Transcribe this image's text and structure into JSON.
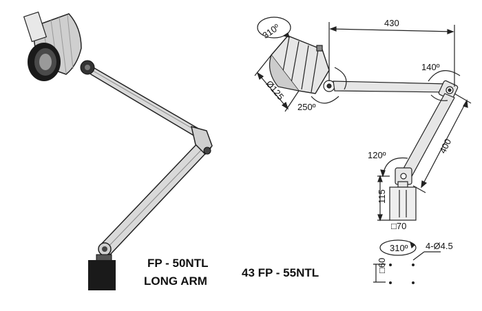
{
  "labels": {
    "model_left_line1": "FP - 50NTL",
    "model_left_line2": "LONG ARM",
    "model_right": "43 FP - 55NTL"
  },
  "dimensions": {
    "arm_top_length": "430",
    "arm_lower_length": "400",
    "head_rotation": "310º",
    "head_tilt": "250º",
    "head_diameter": "Ø125",
    "elbow_angle": "140º",
    "base_joint_angle": "120º",
    "base_height": "115",
    "base_width": "□70",
    "base_rotation": "310º",
    "mount_holes": "4-Ø4.5",
    "mount_spacing": "□60"
  },
  "colors": {
    "arm_fill": "#d9d9d9",
    "dark": "#1a1a1a",
    "line": "#222222"
  }
}
